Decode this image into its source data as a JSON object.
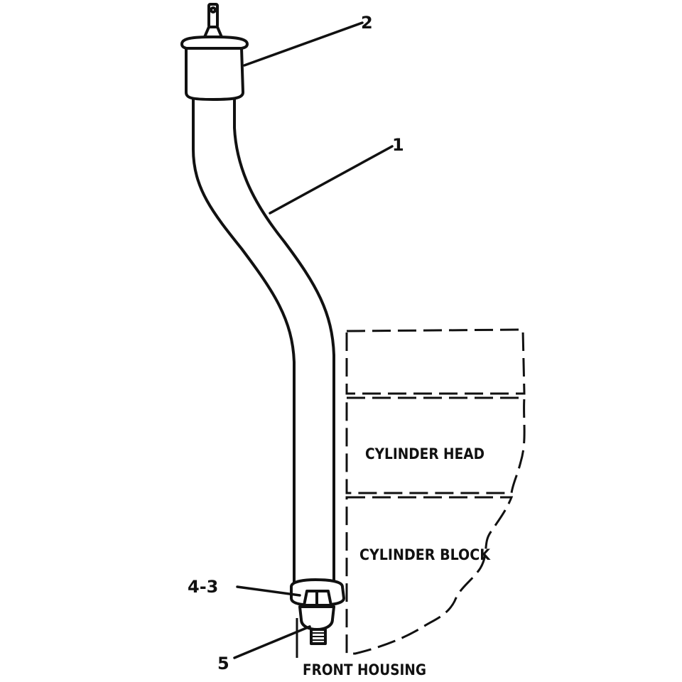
{
  "callouts": {
    "tube": "1",
    "cap": "2",
    "clamp": "4-3",
    "fitting": "5"
  },
  "regions": {
    "cylinder_head": "CYLINDER HEAD",
    "cylinder_block": "CYLINDER BLOCK",
    "front_housing": "FRONT HOUSING"
  },
  "colors": {
    "ink": "#111111",
    "background": "#ffffff"
  }
}
